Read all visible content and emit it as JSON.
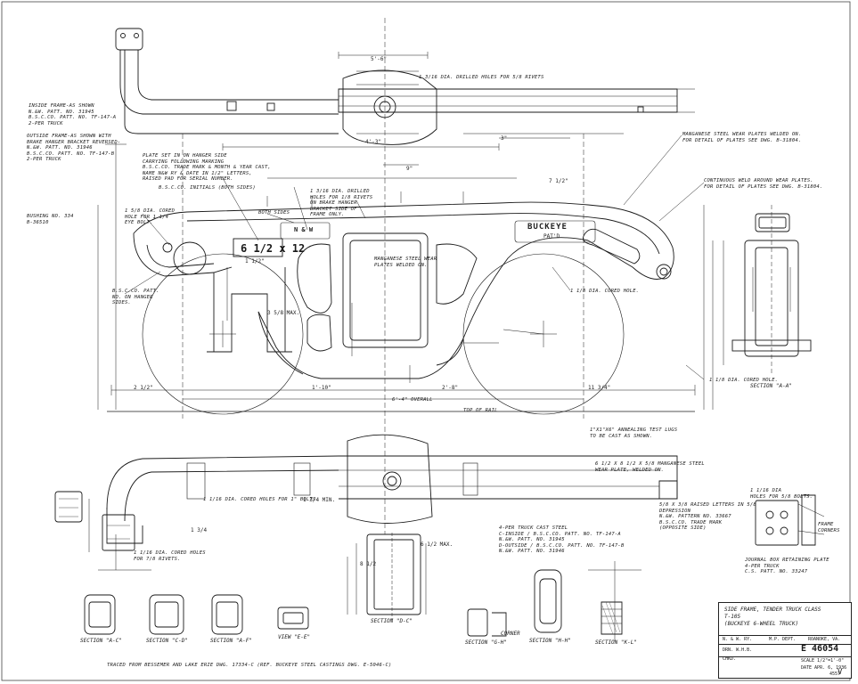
{
  "notes": {
    "inside_frame": "INSIDE FRAME-AS SHOWN\nN.&W. PATT. NO. 31945\nB.S.C.CO. PATT. NO. TF-147-A\n2-PER TRUCK",
    "outside_frame": "OUTSIDE FRAME-AS SHOWN WITH\nBRAKE HANGER BRACKET REVERSED-\nN.&W. PATT. NO. 31946\nB.S.C.CO. PATT. NO. TF-147-B\n2-PER TRUCK",
    "plate_set": "PLATE SET IN ON HANGER SIDE\nCARRYING FOLLOWING MARKING\nB.S.C.CO. TRADE MARK & MONTH & YEAR CAST,\nNAME N&W RY & DATE IN 1/2\" LETTERS,\nRAISED PAD FOR SERIAL NUMBER.",
    "bushing": "BUSHING NO. 334\nB-36510",
    "cored_hole_eye_bolt": "1 5/8 DIA. CORED\nHOLE FOR 1 1/4\nEYE BOLT.",
    "bsc_initials": "B.S.C.CO. INITIALS (BOTH SIDES)",
    "both_sides": "BOTH SIDES",
    "drilled_holes_top": "1 3/16 DIA. DRILLED HOLES FOR 5/8 RIVETS",
    "drilled_holes_mid": "1 3/16 DIA. DRILLED\nHOLES FOR 1/8 RIVETS\nON BRAKE HANGER\nBRACKET SIDE OF\nFRAME ONLY.",
    "wear_plates_bolted": "MANGANESE STEEL WEAR\nPLATES WELDED ON.",
    "manganese_wear": "MANGANESE STEEL WEAR PLATES WELDED ON.\nFOR DETAIL OF PLATES SEE DWG. B-31804.",
    "continuous_weld": "CONTINUOUS WELD AROUND WEAR PLATES.\nFOR DETAIL OF PLATES SEE DWG. B-31804.",
    "cored_hole_center": "1 1/8 DIA. CORED HOLE.",
    "cored_hole_section": "1 1/8 DIA. CORED HOLE.",
    "trade_mark_side": "B.S.C.CO. PATT.\nNO. ON HANGER\nSIDES.",
    "top_of_rail": "TOP OF RAIL",
    "overall": "6'-4\" OVERALL",
    "annealing": "1\"x1\"x6\" ANNEALING TEST LUGS\nTO BE CAST AS SHOWN.",
    "manganese_lower": "6 1/2 x 8 1/2 x 5/8 MANGANESE STEEL\nWEAR PLATE, WELDED ON.",
    "cored_holes_bolts": "1 1/16 DIA. CORED HOLES FOR 1\" BOLTS.",
    "cored_holes_rivets": "1 1/16 DIA. CORED HOLES\nFOR 7/8 RIVETS.",
    "per_truck": "4-PER TRUCK CAST STEEL\nC-INSIDE / B.S.C.CO. PATT. NO. TF-147-A\nN.&W. PATT. NO. 31945\nD-OUTSIDE / B.S.C.CO. PATT. NO. TF-147-B\nN.&W. PATT. NO. 31946",
    "raised_letters": "5/8 x 3/8 RAISED LETTERS IN 5/8\nDEPRESSION\nN.&W. PATTERN NO. 33667\nB.S.C.CO. TRADE MARK\n(OPPOSITE SIDE)",
    "journal_box": "JOURNAL BOX RETAINING PLATE\n4-PER TRUCK\nC.S. PATT. NO. 33247",
    "dia_holes_bolts": "1 1/16 DIA\nHOLES FOR 5/8 BOLTS.",
    "frame_corners": "FRAME\nCORNERS",
    "traced_from": "TRACED FROM BESSEMER AND LAKE ERIE DWG. 17334-C   (REF. BUCKEYE STEEL CASTINGS DWG. E-5046-C)"
  },
  "dimensions": {
    "big_plate": "6 1/2 x 12",
    "overall_width": "6'-4\" OVERALL",
    "wheel_base": "5'-6\"",
    "center": "4'-3\"",
    "d1": "2 1/2\"",
    "d2": "1 1/2\"",
    "d3": "3\"",
    "d4": "2'-8\"",
    "d5": "1'-10\"",
    "d6": "11 3/4\"",
    "d7": "9\"",
    "d8": "7 1/2\"",
    "d9": "3 5/8 MAX.",
    "d10": "6 1/2 MAX.",
    "d11": "8 1/2",
    "d12": "1 3/4",
    "d13": "1 3/4 MIN."
  },
  "sections": {
    "a_a": "SECTION \"A-A\"",
    "a_c": "SECTION \"A-C\"",
    "c_d": "SECTION \"C-D\"",
    "a_f": "SECTION \"A-F\"",
    "e_e": "VIEW \"E-E\"",
    "d_c": "SECTION \"D-C\"",
    "g_h": "SECTION \"G-H\"",
    "h_h": "SECTION \"H-H\"",
    "k_l": "SECTION \"K-L\"",
    "corner": "CORNER"
  },
  "cast_text": {
    "buckeye": "BUCKEYE",
    "patd": "PAT'D",
    "nw": "N & W"
  },
  "title_block": {
    "title": "SIDE FRAME, TENDER TRUCK CLASS\nT-105\n(BUCKEYE 6-WHEEL TRUCK)",
    "railway": "N. & W. RY.",
    "dept": "M.P. DEPT.",
    "city": "ROANOKE, VA.",
    "drawing_number": "E 46054",
    "scale": "SCALE 1/2\"=1'-0\"",
    "drawn": "DRN. W.H.B.",
    "date": "DATE APR. 6, 1936",
    "checked": "CHKD.",
    "ref": "4557"
  },
  "corner_marks": {
    "v": "V"
  }
}
